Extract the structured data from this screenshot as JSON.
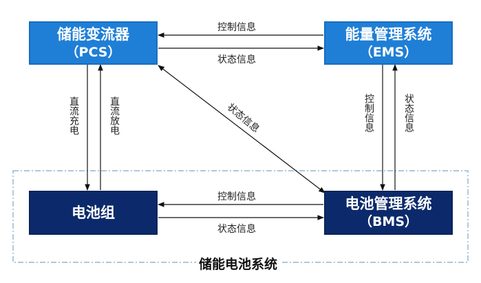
{
  "boxes": {
    "pcs": {
      "title": "储能变流器",
      "subtitle": "（PCS）"
    },
    "ems": {
      "title": "能量管理系统",
      "subtitle": "（EMS）"
    },
    "battery": {
      "title": "电池组"
    },
    "bms": {
      "title": "电池管理系统",
      "subtitle": "（BMS）"
    }
  },
  "labels": {
    "pcs_ems_control": "控制信息",
    "pcs_ems_status": "状态信息",
    "dc_charge": "直流充电",
    "dc_discharge": "直流放电",
    "pcs_bms_status": "状态信息",
    "ems_bms_control": "控制信息",
    "ems_bms_status": "状态信息",
    "battery_bms_control": "控制信息",
    "battery_bms_status": "状态信息"
  },
  "system_label": "储能电池系统",
  "colors": {
    "light_box": "#1f7fd6",
    "dark_box": "#0c2a6b",
    "dashed_border": "#7fa6c8",
    "arrow": "#111111"
  }
}
